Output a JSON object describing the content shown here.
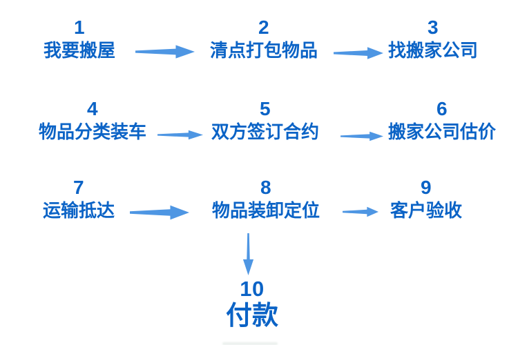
{
  "diagram": {
    "type": "flowchart",
    "text_color": "#0B63C6",
    "arrow_color": "#4E96E3",
    "steps": [
      {
        "num": "1",
        "label": "我要搬屋"
      },
      {
        "num": "2",
        "label": "清点打包物品"
      },
      {
        "num": "3",
        "label": "找搬家公司"
      },
      {
        "num": "4",
        "label": "物品分类装车"
      },
      {
        "num": "5",
        "label": "双方签订合约"
      },
      {
        "num": "6",
        "label": "搬家公司估价"
      },
      {
        "num": "7",
        "label": "运输抵达"
      },
      {
        "num": "8",
        "label": "物品装卸定位"
      },
      {
        "num": "9",
        "label": "客户验收"
      },
      {
        "num": "10",
        "label": "付款"
      }
    ],
    "connections": [
      {
        "from": 1,
        "to": 2
      },
      {
        "from": 2,
        "to": 3
      },
      {
        "from": 4,
        "to": 5
      },
      {
        "from": 5,
        "to": 6
      },
      {
        "from": 7,
        "to": 8
      },
      {
        "from": 8,
        "to": 9
      },
      {
        "from": 8,
        "to": 10
      }
    ]
  }
}
